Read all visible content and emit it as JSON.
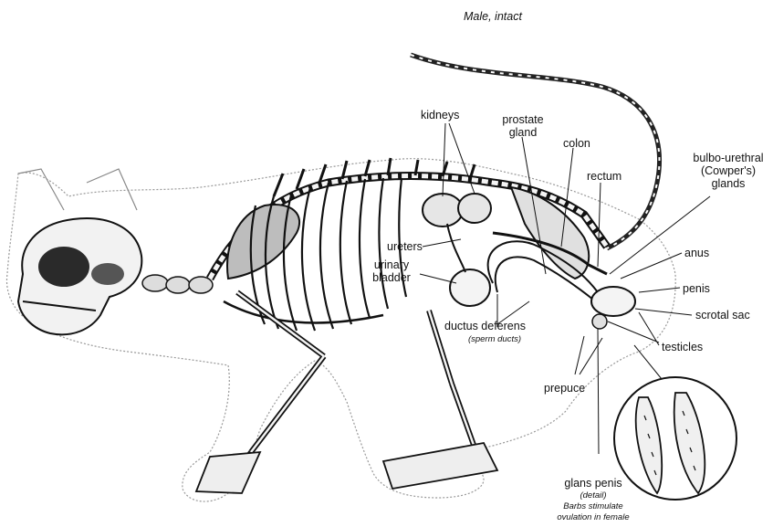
{
  "title": "Male, intact",
  "labels": {
    "kidneys": "kidneys",
    "prostate_line1": "prostate",
    "prostate_line2": "gland",
    "colon": "colon",
    "rectum": "rectum",
    "bulbo_line1": "bulbo-urethral",
    "bulbo_line2": "(Cowper's)",
    "bulbo_line3": "glands",
    "anus": "anus",
    "ureters": "ureters",
    "bladder_line1": "urinary",
    "bladder_line2": "bladder",
    "penis": "penis",
    "scrotal_sac": "scrotal sac",
    "ductus_deferens": "ductus deferens",
    "sperm_ducts": "(sperm ducts)",
    "testicles": "testicles",
    "prepuce": "prepuce",
    "glans_penis": "glans penis",
    "detail": "(detail)",
    "barbs_line1": "Barbs stimulate",
    "barbs_line2": "ovulation in female"
  }
}
